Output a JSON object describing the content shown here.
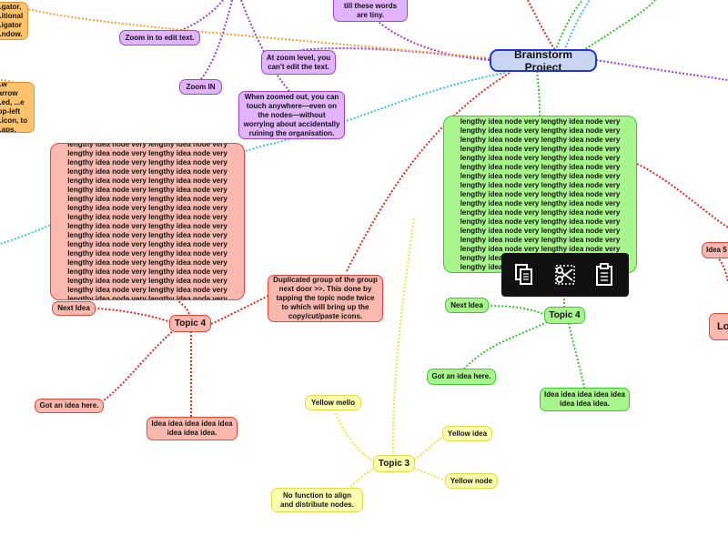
{
  "mindmap": {
    "center": "Brainstorm Project",
    "purple_nodes": {
      "zoom_out_words": "This can zoom out till these words are tiny.",
      "zoom_edit": "Zoom in to edit text.",
      "zoom_level": "At zoom level, you can't edit the text.",
      "zoom_in": "Zoom IN",
      "touch_anywhere": "When zoomed out, you can touch anywhere—even on the nodes—without worrying about accidentally ruining the organisation."
    },
    "orange_nodes": {
      "navigator": "...gator, ...itional ...igator ...ndow.",
      "arrow": "...w (arrow ...ed, ...e top-left ...icon, to ...aps."
    },
    "red_branch": {
      "long_text": "Very lengthy idea node very lengthy idea node very lengthy idea node very lengthy idea node very lengthy idea node very lengthy idea node very lengthy idea node very lengthy idea node very lengthy idea node very lengthy idea node very lengthy idea node very lengthy idea node very lengthy idea node very lengthy idea node very lengthy idea node very lengthy idea node very lengthy idea node very lengthy idea node very lengthy idea node very lengthy idea node very lengthy idea node very lengthy idea node very lengthy idea node very lengthy idea node very lengthy idea node very lengthy idea node very lengthy idea node very lengthy idea node very lengthy idea node very lengthy idea node very lengthy idea node very lengthy idea node very lengthy idea node very lengthy idea node very lengthy idea node very lengthy idea node very lengthy idea node very lengthy idea node very lengthy idea node",
      "duplicated_group": "Duplicated group of the group next door >>. This done by tapping the topic node twice to which will bring up the copy/cut/paste icons.",
      "topic": "Topic 4",
      "next_idea": "Next Idea",
      "got_idea": "Got an idea here.",
      "idea_idea": "Idea idea idea idea idea idea idea idea."
    },
    "green_branch": {
      "long_text": "Very lengthy idea node very lengthy idea node very lengthy idea node very lengthy idea node very lengthy idea node very lengthy idea node very lengthy idea node very lengthy idea node very lengthy idea node very lengthy idea node very lengthy idea node very lengthy idea node very lengthy idea node very lengthy idea node very lengthy idea node very lengthy idea node very lengthy idea node very lengthy idea node very lengthy idea node very lengthy idea node very lengthy idea node very lengthy idea node very lengthy idea node very lengthy idea node very lengthy idea node very lengthy idea node very lengthy idea node very lengthy idea node very lengthy idea node very lengthy idea node very lengthy idea node very lengthy idea node very lengthy idea node very lengthy idea node very lengthy idea node very lengthy idea node very lengthy idea node very lengthy idea node very lengthy idea node very lengthy idea node very lengthy idea node",
      "topic": "Topic 4",
      "next_idea": "Next Idea",
      "got_idea": "Got an idea here.",
      "idea_idea": "Idea idea idea idea idea idea idea idea."
    },
    "yellow_branch": {
      "topic": "Topic 3",
      "yellow_mello": "Yellow mello",
      "yellow_idea": "Yellow idea",
      "yellow_node": "Yellow node",
      "no_function": "No function to align and distribute nodes."
    },
    "right_edge": {
      "idea5": "Idea 5",
      "lo": "Lo"
    }
  },
  "toolbar": {
    "icons": [
      "copy-icon",
      "cut-icon",
      "paste-icon"
    ]
  },
  "colors": {
    "red_link": "#e02a1f",
    "green_link": "#35c52a",
    "yellow_link": "#e8e83a",
    "purple_link": "#9a3fd6",
    "cyan_link": "#39c6e6",
    "orange_link": "#efa03a",
    "center_border": "#2233dd"
  }
}
